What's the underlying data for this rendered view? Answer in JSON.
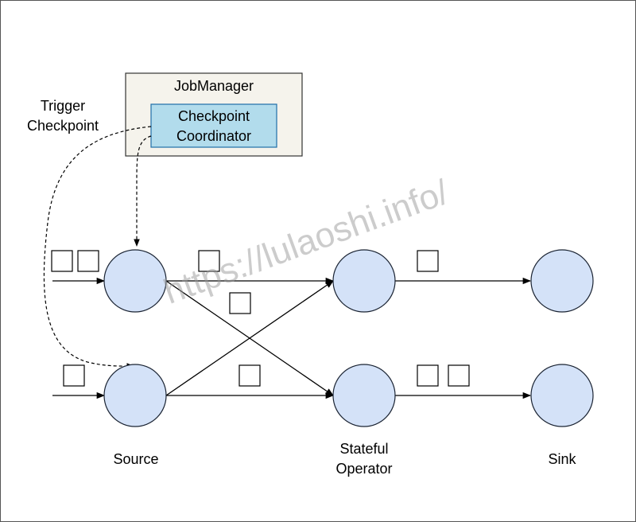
{
  "job_manager": {
    "title": "JobManager",
    "coordinator_line1": "Checkpoint",
    "coordinator_line2": "Coordinator"
  },
  "trigger_label": {
    "line1": "Trigger",
    "line2": "Checkpoint"
  },
  "labels": {
    "source": "Source",
    "stateful_line1": "Stateful",
    "stateful_line2": "Operator",
    "sink": "Sink"
  },
  "watermark": "https://lulaoshi.info/",
  "colors": {
    "node_fill": "#d4e2f8",
    "coordinator_fill": "#b2dcec",
    "coordinator_stroke": "#1f6fa8",
    "jobmanager_fill": "#f5f3ec",
    "jobmanager_stroke": "#333333"
  }
}
